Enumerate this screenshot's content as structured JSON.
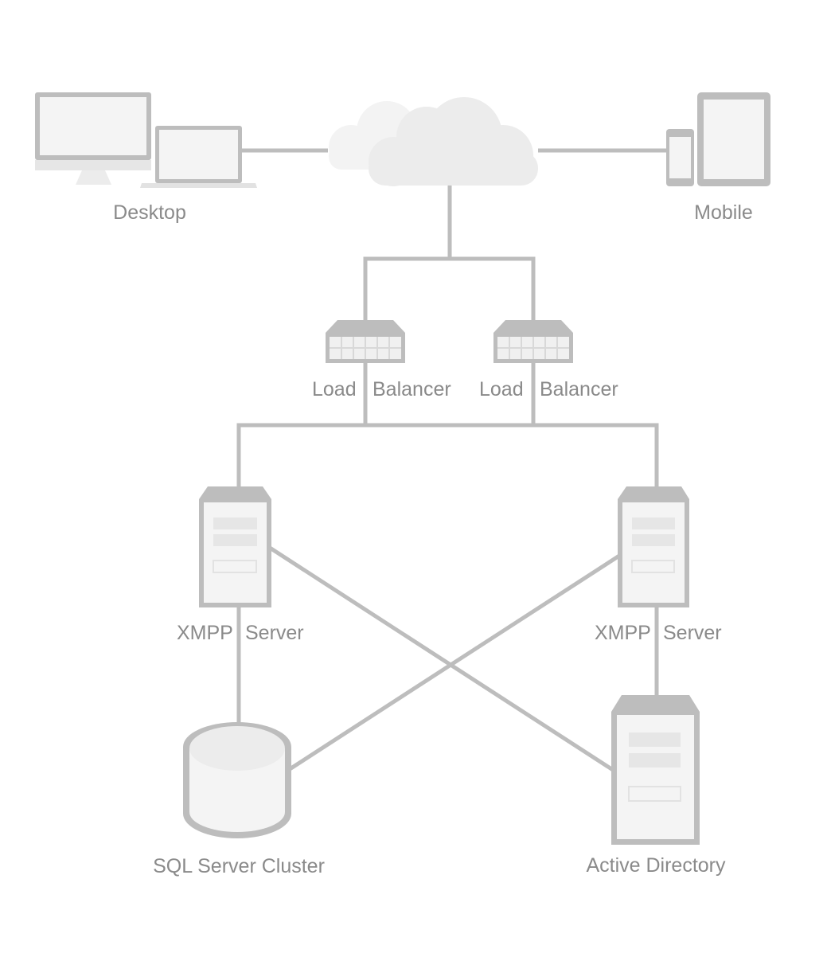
{
  "colors": {
    "line": "#bdbdbd",
    "device_frame": "#bdbdbd",
    "device_fill": "#f4f4f4",
    "cloud": "#ececec",
    "label": "#8a8a8a"
  },
  "nodes": {
    "desktop": {
      "label": "Desktop",
      "icon": "desktop-laptop-icon"
    },
    "cloud": {
      "label": "",
      "icon": "cloud-icon"
    },
    "mobile": {
      "label": "Mobile",
      "icon": "phone-tablet-icon"
    },
    "load_balancer_1": {
      "label_a": "Load",
      "label_b": "Balancer",
      "icon": "switch-icon"
    },
    "load_balancer_2": {
      "label_a": "Load",
      "label_b": "Balancer",
      "icon": "switch-icon"
    },
    "xmpp_server_1": {
      "label_a": "XMPP",
      "label_b": "Server",
      "icon": "server-tower-icon"
    },
    "xmpp_server_2": {
      "label_a": "XMPP",
      "label_b": "Server",
      "icon": "server-tower-icon"
    },
    "sql_cluster": {
      "label": "SQL Server Cluster",
      "icon": "database-cylinder-icon"
    },
    "active_directory": {
      "label": "Active Directory",
      "icon": "server-tower-icon"
    }
  },
  "edges": [
    [
      "desktop",
      "cloud"
    ],
    [
      "cloud",
      "mobile"
    ],
    [
      "cloud",
      "load_balancer_1"
    ],
    [
      "cloud",
      "load_balancer_2"
    ],
    [
      "load_balancer_1",
      "xmpp_server_1"
    ],
    [
      "load_balancer_1",
      "xmpp_server_2"
    ],
    [
      "load_balancer_2",
      "xmpp_server_1"
    ],
    [
      "load_balancer_2",
      "xmpp_server_2"
    ],
    [
      "xmpp_server_1",
      "sql_cluster"
    ],
    [
      "xmpp_server_1",
      "active_directory"
    ],
    [
      "xmpp_server_2",
      "sql_cluster"
    ],
    [
      "xmpp_server_2",
      "active_directory"
    ]
  ]
}
